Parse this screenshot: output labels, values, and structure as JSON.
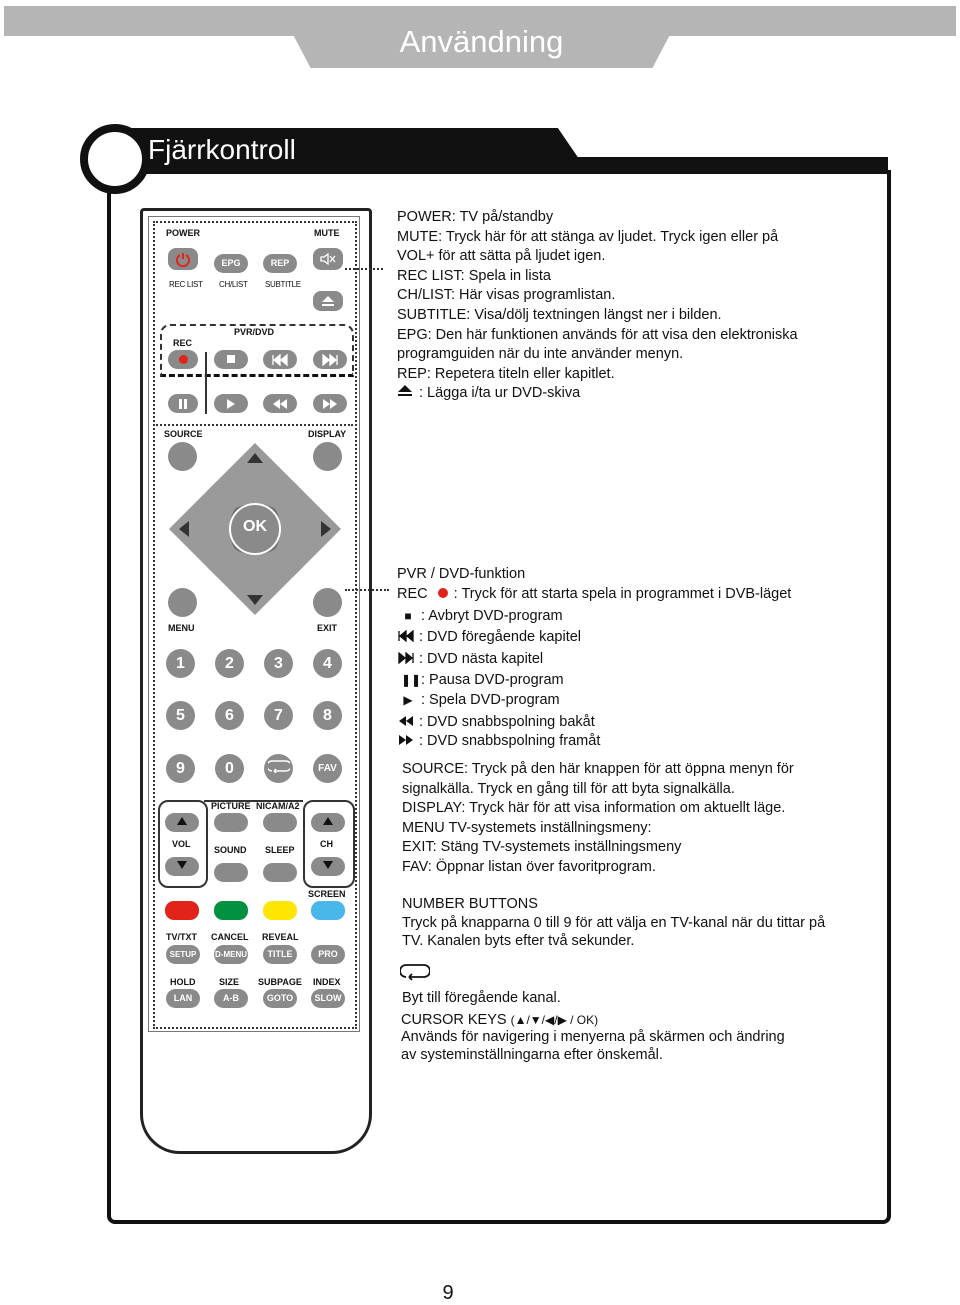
{
  "header": {
    "title": "Användning"
  },
  "section": {
    "title": "Fjärrkontroll"
  },
  "remote": {
    "power": "POWER",
    "mute": "MUTE",
    "epg": "EPG",
    "rep": "REP",
    "rec_list": "REC LIST",
    "ch_list": "CH/LIST",
    "subtitle": "SUBTITLE",
    "rec": "REC",
    "pvr_dvd": "PVR/DVD",
    "source": "SOURCE",
    "display": "DISPLAY",
    "ok": "OK",
    "menu": "MENU",
    "exit": "EXIT",
    "digits": [
      "1",
      "2",
      "3",
      "4",
      "5",
      "6",
      "7",
      "8",
      "9",
      "0"
    ],
    "fav": "FAV",
    "picture": "PICTURE",
    "nicam": "NICAM/A2",
    "vol": "VOL",
    "sound": "SOUND",
    "sleep": "SLEEP",
    "ch": "CH",
    "screen": "SCREEN",
    "tvtxt": "TV/TXT",
    "cancel": "CANCEL",
    "reveal": "REVEAL",
    "setup": "SETUP",
    "dmenu": "D-MENU",
    "title": "TITLE",
    "pro": "PRO",
    "hold": "HOLD",
    "size": "SIZE",
    "subpage": "SUBPAGE",
    "index": "INDEX",
    "lan": "LAN",
    "ab": "A-B",
    "goto": "GOTO",
    "slow": "SLOW",
    "color_keys": [
      "#e2231a",
      "#00923f",
      "#ffe600",
      "#49b7ea"
    ]
  },
  "desc1": [
    "POWER: TV på/standby",
    "MUTE: Tryck här för att stänga av ljudet. Tryck igen eller på",
    "VOL+ för att sätta på ljudet igen.",
    "REC LIST: Spela in lista",
    "CH/LIST: Här visas programlistan.",
    "SUBTITLE: Visa/dölj textningen längst ner i bilden.",
    "EPG:  Den här funktionen används för att visa den elektroniska",
    "programguiden när du inte använder menyn.",
    "REP: Repetera titeln eller kapitlet.",
    ": Lägga i/ta ur DVD-skiva"
  ],
  "pvr": {
    "title": "PVR / DVD-funktion",
    "rec_prefix": "REC",
    "rec_text": ": Tryck för att starta spela in programmet i DVB-läget",
    "items": [
      ": Avbryt DVD-program",
      ": DVD föregående kapitel",
      ": DVD nästa kapitel",
      ": Pausa DVD-program",
      ": Spela DVD-program",
      ": DVD snabbspolning bakåt",
      ": DVD snabbspolning framåt"
    ]
  },
  "desc2": [
    "SOURCE: Tryck på den här knappen för att öppna menyn för",
    "signalkälla. Tryck en gång till för att byta signalkälla.",
    "DISPLAY:  Tryck här för att visa information om aktuellt läge.",
    "MENU TV-systemets inställningsmeny:",
    "EXIT: Stäng TV-systemets inställningsmeny",
    "FAV: Öppnar listan över favoritprogram."
  ],
  "numbers": {
    "title": "NUMBER BUTTONS",
    "line1": "Tryck på knapparna 0 till 9 för att välja en TV-kanal när du tittar på",
    "line2": "TV. Kanalen byts efter två sekunder."
  },
  "recall": "Byt till föregående kanal.",
  "cursor": {
    "title": "CURSOR KEYS",
    "keys": "(▲/▼/◀/▶ / OK)",
    "line1": "Används för navigering i menyerna på skärmen och ändring",
    "line2": "av systeminställningarna efter önskemål."
  },
  "page_number": "9"
}
